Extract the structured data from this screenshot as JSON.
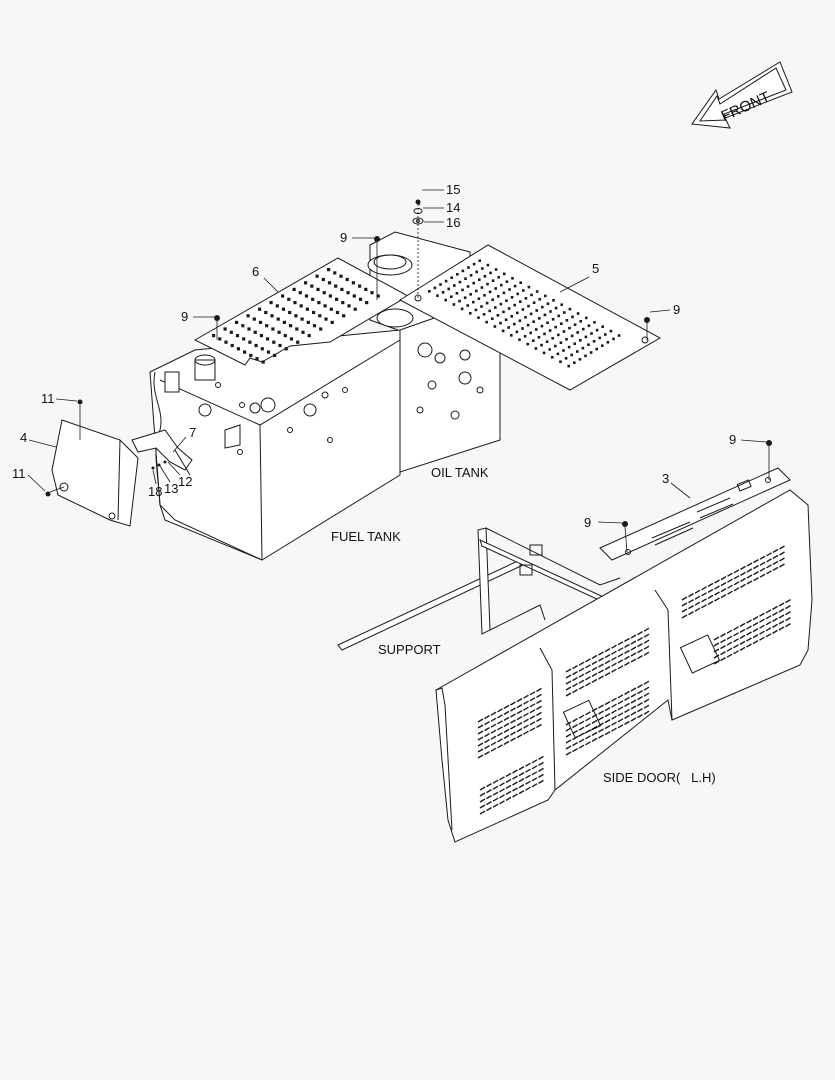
{
  "front_arrow": {
    "label": "FRONT"
  },
  "labels": {
    "oil_tank": "OIL TANK",
    "fuel_tank": "FUEL TANK",
    "support": "SUPPORT",
    "side_door": "SIDE DOOR(   L.H)"
  },
  "callouts": {
    "c15": "15",
    "c14": "14",
    "c16": "16",
    "c9a": "9",
    "c9b": "9",
    "c9c": "9",
    "c9d": "9",
    "c9e": "9",
    "c6": "6",
    "c5": "5",
    "c3": "3",
    "c11a": "11",
    "c11b": "11",
    "c4": "4",
    "c7": "7",
    "c12": "12",
    "c13": "13",
    "c18": "18"
  },
  "colors": {
    "line": "#1a1a1a",
    "background": "#f7f7f7",
    "parts": "#ffffff"
  }
}
